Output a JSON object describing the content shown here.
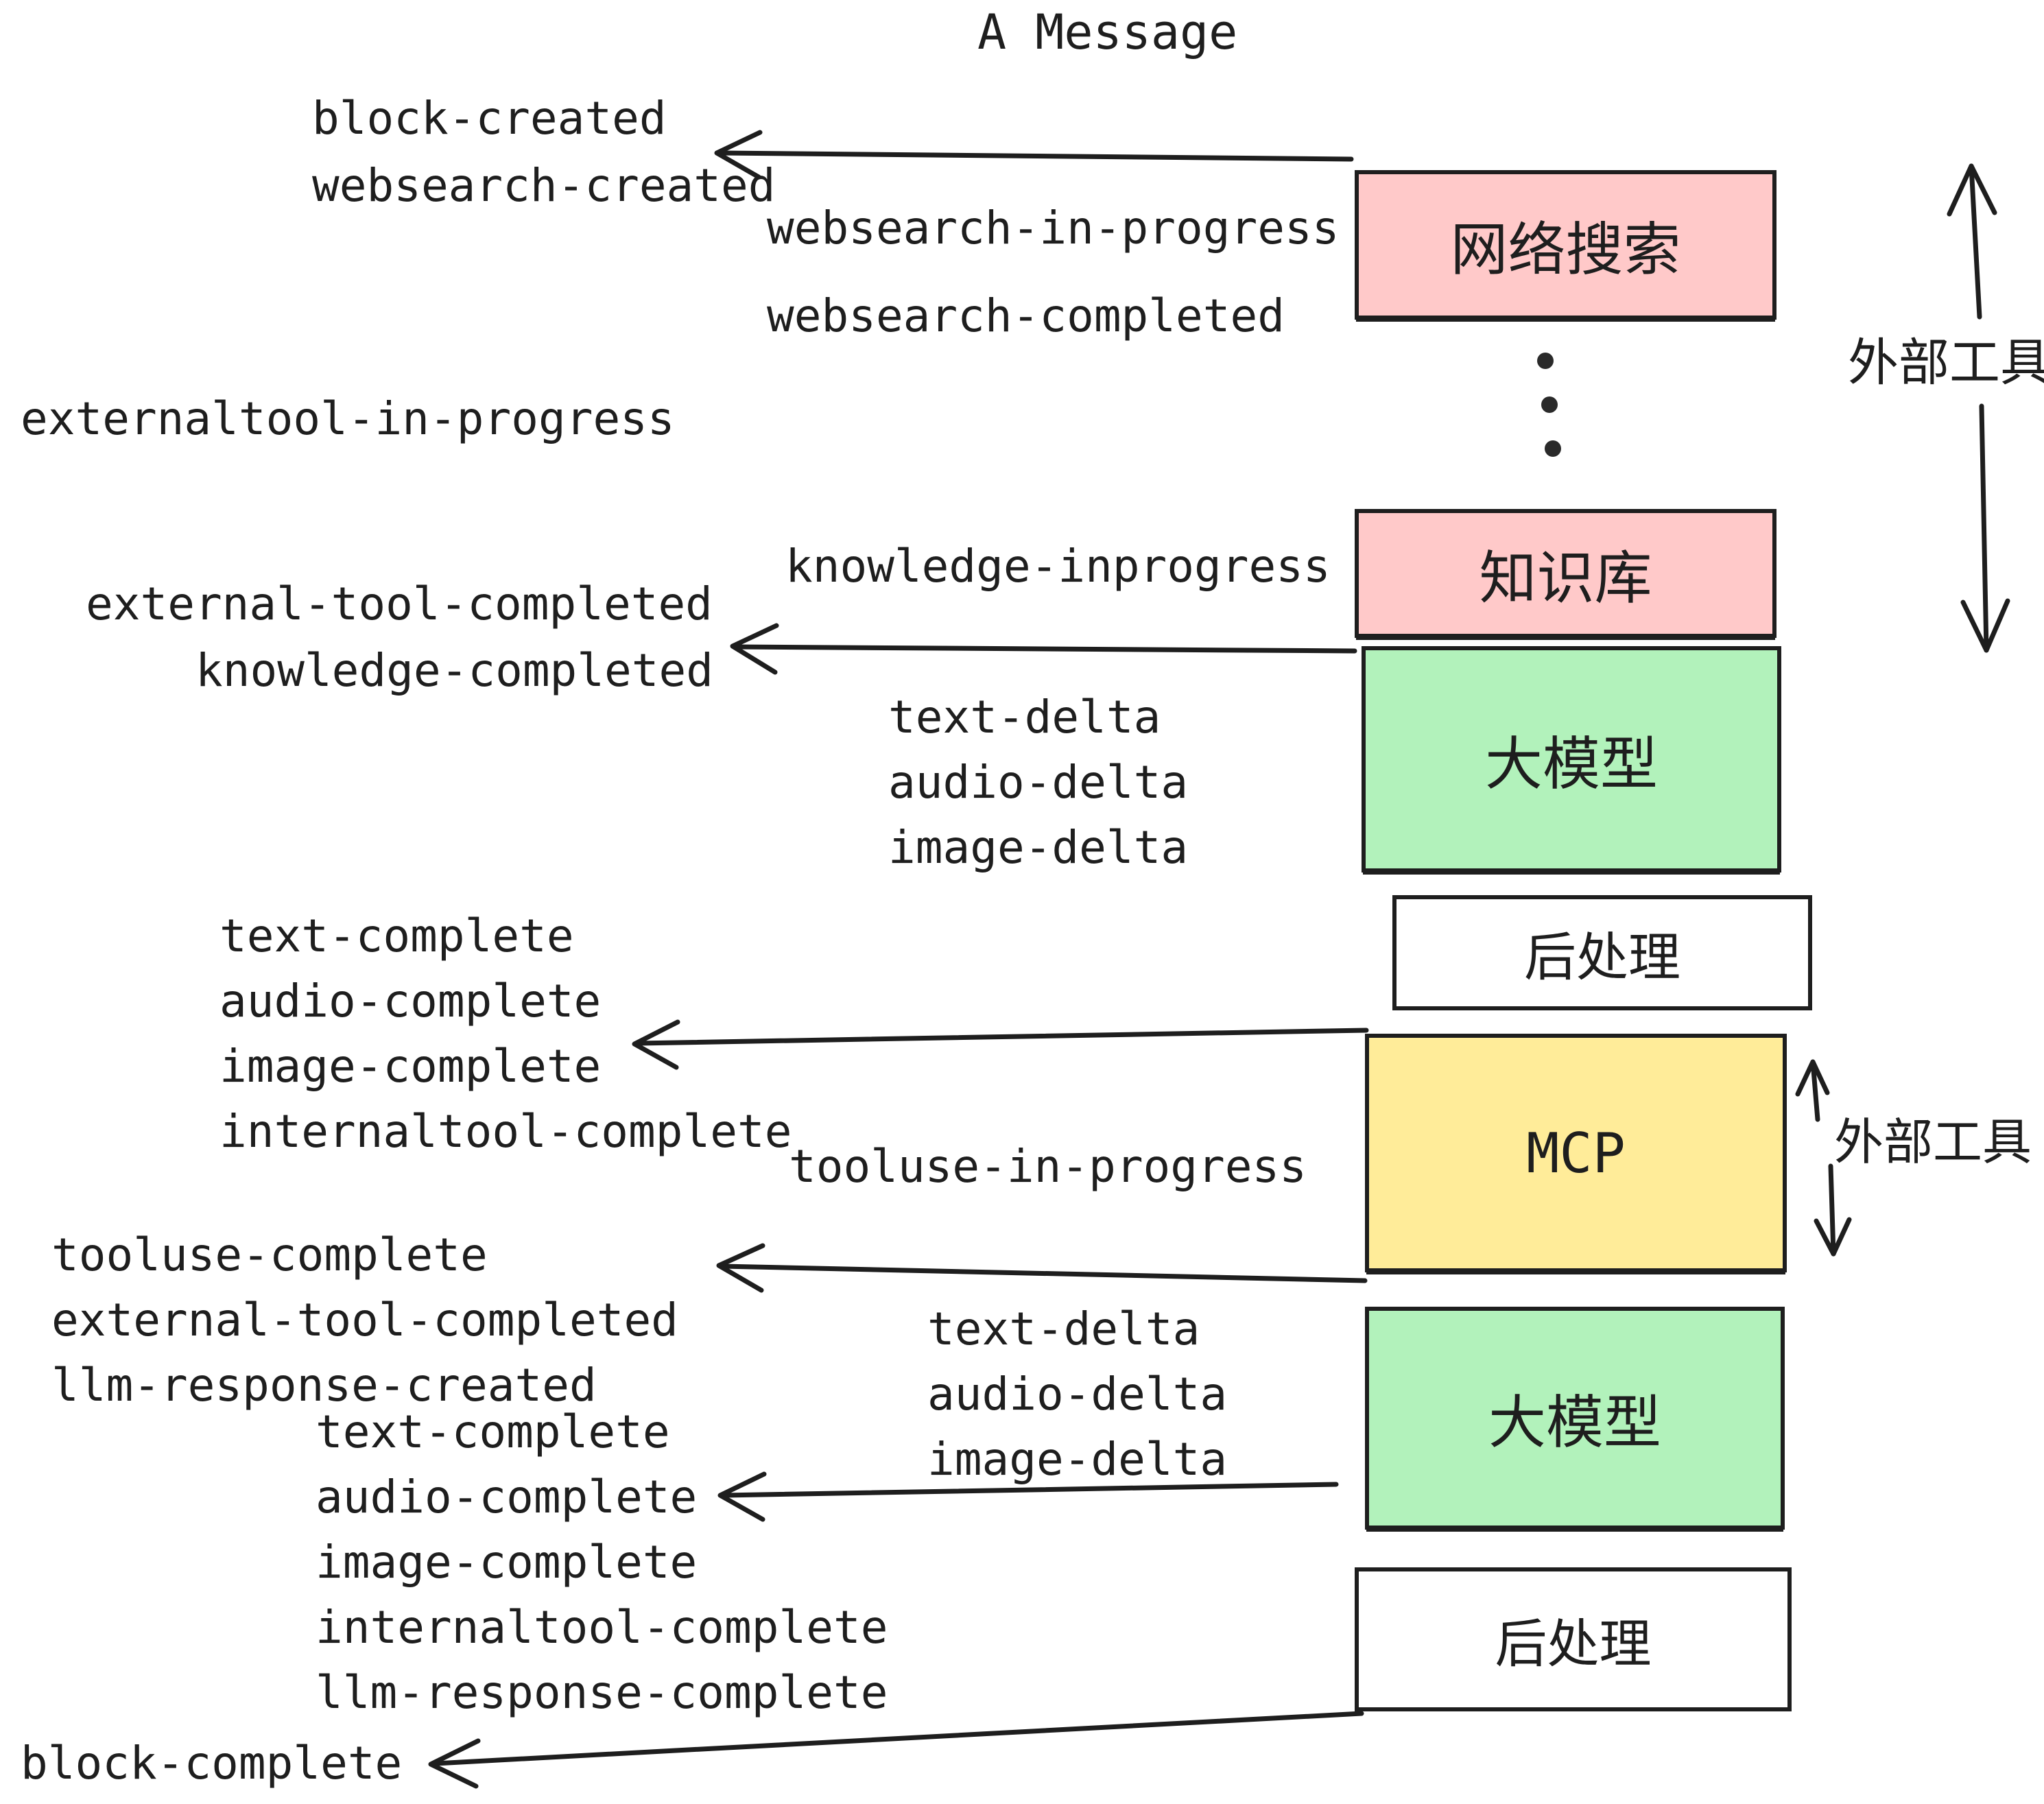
{
  "title": "A Message",
  "colors": {
    "ink": "#1e1e1e",
    "pink": "#ffc9c9",
    "green": "#b2f2bb",
    "yellow": "#ffec99",
    "white": "#ffffff"
  },
  "boxes": {
    "websearch": {
      "label": "网络搜索"
    },
    "knowledge": {
      "label": "知识库"
    },
    "llm1": {
      "label": "大模型"
    },
    "post1": {
      "label": "后处理"
    },
    "mcp": {
      "label": "MCP"
    },
    "llm2": {
      "label": "大模型"
    },
    "post2": {
      "label": "后处理"
    }
  },
  "side_labels": {
    "external_tools_top": "外部工具",
    "external_tools_mcp": "外部工具"
  },
  "events": {
    "block_created": "block-created",
    "websearch_created": "websearch-created",
    "websearch_in_progress": "websearch-in-progress",
    "websearch_completed": "websearch-completed",
    "externaltool_in_progress": "externaltool-in-progress",
    "knowledge_inprogress": "knowledge-inprogress",
    "external_tool_completed_1": "external-tool-completed",
    "knowledge_completed": "knowledge-completed",
    "delta_stack_1": [
      "text-delta",
      "audio-delta",
      "image-delta"
    ],
    "complete_stack_1": [
      "text-complete",
      "audio-complete",
      "image-complete",
      "internaltool-complete"
    ],
    "tooluse_in_progress": "tooluse-in-progress",
    "tooluse_stack": [
      "tooluse-complete",
      "external-tool-completed",
      "llm-response-created"
    ],
    "delta_stack_2": [
      "text-delta",
      "audio-delta",
      "image-delta"
    ],
    "complete_stack_2": [
      "text-complete",
      "audio-complete",
      "image-complete",
      "internaltool-complete",
      "llm-response-complete"
    ],
    "block_complete": "block-complete"
  }
}
